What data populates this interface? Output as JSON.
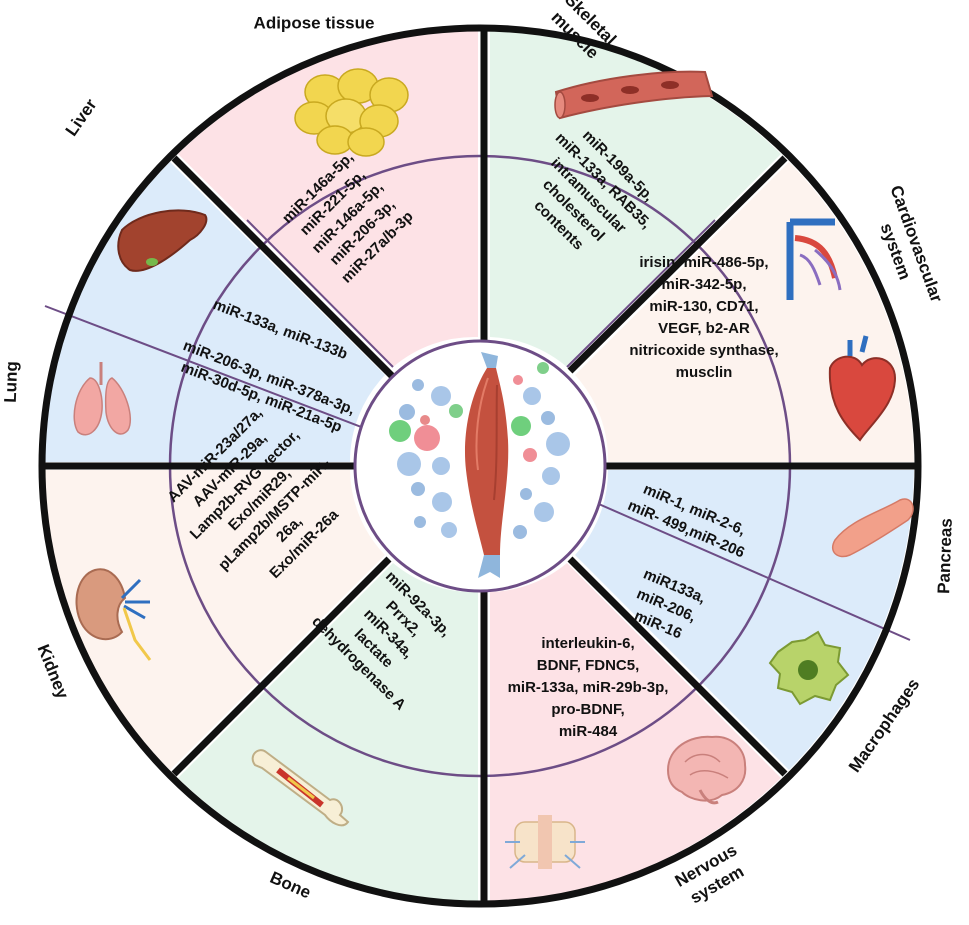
{
  "colors": {
    "pink": "#fde2e6",
    "green": "#e4f4ea",
    "blue": "#dcebfa",
    "cream": "#fdf3ee",
    "frame": "#111111",
    "ring": "#6d4d86"
  },
  "sectors": [
    {
      "id": "adipose",
      "label": [
        "Adipose tissue"
      ],
      "text": [
        "miR-146a-5p,",
        "miR-221-5p,",
        "miR-146a-5p,",
        "miR-206-3p,",
        "miR-27a/b-3p"
      ],
      "icon": "fat-cells-icon"
    },
    {
      "id": "skeletal",
      "label": [
        "Skeletal",
        "muscle"
      ],
      "text": [
        "miR-199a-5p,",
        "miR-133a, RAB35,",
        "intramuscular",
        "cholesterol",
        "contents"
      ],
      "icon": "muscle-fiber-icon"
    },
    {
      "id": "cardio",
      "label": [
        "Cardiovascular",
        "system"
      ],
      "text": [
        "irisin, miR-486-5p,",
        "miR-342-5p,",
        "miR-130, CD71,",
        "VEGF, b2-AR",
        "nitricoxide synthase,",
        "musclin"
      ],
      "icon": "heart-icon"
    },
    {
      "id": "pancreas",
      "label": [
        "Pancreas"
      ],
      "text": [
        "miR-1, miR-2-6,",
        "miR- 499,miR-206"
      ],
      "icon": "pancreas-icon"
    },
    {
      "id": "macrophages",
      "label": [
        "Macrophages"
      ],
      "text": [
        "miR133a,",
        "miR-206,",
        "miR-16"
      ],
      "icon": "macrophage-icon"
    },
    {
      "id": "nervous",
      "label": [
        "Nervous",
        "system"
      ],
      "text": [
        "interleukin-6,",
        "BDNF, FDNC5,",
        "miR-133a, miR-29b-3p,",
        "pro-BDNF,",
        "miR-484"
      ],
      "icon": "brain-icon"
    },
    {
      "id": "bone",
      "label": [
        "Bone"
      ],
      "text": [
        "miR-92a-3p,",
        "Prrx2,",
        "miR-34a,",
        "lactate",
        "dehydrogenase A"
      ],
      "icon": "bone-icon"
    },
    {
      "id": "kidney",
      "label": [
        "Kidney"
      ],
      "text": [
        "AAV-miR-23a/27a,",
        "AAV-miR-29a,",
        "Lamp2b-RVG vector,",
        "Exo/miR29,",
        "pLamp2b/MSTP-miR-",
        "26a,",
        "Exo/miR-26a"
      ],
      "icon": "kidney-icon"
    },
    {
      "id": "lung",
      "label": [
        "Lung"
      ],
      "text": [
        "miR-206-3p, miR-378a-3p,",
        "miR-30d-5p,     miR-21a-5p"
      ],
      "icon": "lungs-icon"
    },
    {
      "id": "liver",
      "label": [
        "Liver"
      ],
      "text": [
        "miR-133a, miR-133b"
      ],
      "icon": "liver-icon"
    }
  ]
}
